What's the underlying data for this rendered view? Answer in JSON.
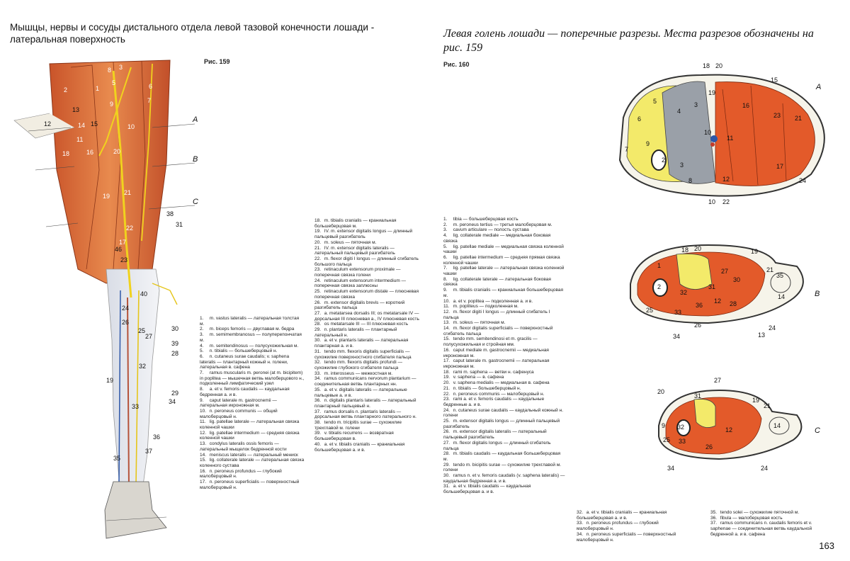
{
  "page": {
    "title_left": "Мышцы, нервы и сосуды дистального отдела левой тазовой конечности лошади - латеральная поверхность",
    "title_right": "Левая голень лошади — поперечные разрезы. Места разрезов обозначены на рис. 159",
    "fig159_label": "Рис. 159",
    "fig160_label": "Рис. 160",
    "page_number": "163"
  },
  "fig159": {
    "numbers": [
      "8",
      "3",
      "5",
      "2",
      "1",
      "9",
      "6",
      "7",
      "13",
      "11",
      "12",
      "14",
      "15",
      "10",
      "18",
      "16",
      "20",
      "21",
      "19",
      "22",
      "17",
      "38",
      "31",
      "46",
      "23",
      "40",
      "24",
      "26",
      "25",
      "27",
      "30",
      "39",
      "28",
      "32",
      "19",
      "29",
      "34",
      "33",
      "36",
      "37",
      "35"
    ],
    "section_markers": [
      "A",
      "B",
      "C"
    ]
  },
  "fig160": {
    "section_a": {
      "letter": "A",
      "numbers": [
        "18",
        "20",
        "15",
        "5",
        "4",
        "3",
        "19",
        "6",
        "16",
        "23",
        "21",
        "10",
        "11",
        "9",
        "2",
        "3",
        "7",
        "17",
        "8",
        "12",
        "24",
        "10",
        "22"
      ]
    },
    "section_b": {
      "letter": "B",
      "numbers": [
        "18",
        "20",
        "19",
        "1",
        "27",
        "21",
        "35",
        "30",
        "14",
        "31",
        "2",
        "32",
        "12",
        "28",
        "25",
        "33",
        "36",
        "26",
        "24",
        "13",
        "34"
      ]
    },
    "section_c": {
      "letter": "C",
      "numbers": [
        "27",
        "20",
        "31",
        "19",
        "21",
        "9",
        "32",
        "12",
        "14",
        "25",
        "33",
        "26",
        "24",
        "34"
      ]
    }
  },
  "legend_a": [
    {
      "n": "1.",
      "t": "m. vastus lateralis — латеральная толстая м."
    },
    {
      "n": "2.",
      "t": "m. biceps femoris — двуглавая м. бедра"
    },
    {
      "n": "3.",
      "t": "m. semimembranosus — полуперепончатая м."
    },
    {
      "n": "4.",
      "t": "m. semitendinosus — полусухожильная м."
    },
    {
      "n": "5.",
      "t": "n. tibialis — большеберцовый н."
    },
    {
      "n": "6.",
      "t": "n. cutaneus surae caudalis; v. saphena lateralis — плантарный кожный н. голени, латеральная в. сафена"
    },
    {
      "n": "7.",
      "t": "ramus muscularis m. peronei (at m. bicipitem) in poplitea — мышечная ветвь малоберцового н., подколенный лимфатический узел"
    },
    {
      "n": "8.",
      "t": "a. et v. femoris caudalis — каудальная бедренная а. и в."
    },
    {
      "n": "9.",
      "t": "caput laterale m. gastrocnemii — латеральная икроножная м."
    },
    {
      "n": "10.",
      "t": "n. peroneus communis — общий малоберцовый н."
    },
    {
      "n": "11.",
      "t": "lig. patellae laterale — латеральная связка коленной чашки"
    },
    {
      "n": "12.",
      "t": "lig. patellae intermedium — средняя связка коленной чашки"
    },
    {
      "n": "13.",
      "t": "condylus lateralis ossis femoris — латеральный мыщелок бедренной кости"
    },
    {
      "n": "14.",
      "t": "meniscus lateralis — латеральный мениск"
    },
    {
      "n": "15.",
      "t": "lig. collaterale laterale — латеральная связка коленного сустава"
    },
    {
      "n": "16.",
      "t": "n. peroneus profundus — глубокий малоберцовый н."
    },
    {
      "n": "17.",
      "t": "n. peroneus superficialis — поверхностный малоберцовый н."
    }
  ],
  "legend_b": [
    {
      "n": "18.",
      "t": "m. tibialis cranialis — краниальная большеберцовая м."
    },
    {
      "n": "19.",
      "t": "IV. m. extensor digitalis longus — длинный пальцевый разгибатель"
    },
    {
      "n": "20.",
      "t": "m. soleus — пяточная м."
    },
    {
      "n": "21.",
      "t": "IV. m. extensor digitalis lateralis — латеральный пальцевый разгибатель"
    },
    {
      "n": "22.",
      "t": "m. flexor digiti I longus — длинный сгибатель большого пальца"
    },
    {
      "n": "23.",
      "t": "retinaculum extensorum proximale — поперечная связка голени"
    },
    {
      "n": "24.",
      "t": "retinaculum extensorum intermedium — поперечная связка заплюсны"
    },
    {
      "n": "25.",
      "t": "retinaculum extensorum distale — плюсневая поперечная связка"
    },
    {
      "n": "26.",
      "t": "m. extensor digitalis brevis — короткий разгибатель пальца"
    },
    {
      "n": "27.",
      "t": "a. metatarsea dorsalis III; os metatarsale IV — дорсальная III плюсневая а., IV плюсневая кость"
    },
    {
      "n": "28.",
      "t": "os metatarsale III — III плюсневая кость"
    },
    {
      "n": "29.",
      "t": "n. plantaris lateralis — плантарный латеральный н."
    },
    {
      "n": "30.",
      "t": "a. et v. plantaris lateralis — латеральная плантарная а. и в."
    },
    {
      "n": "31.",
      "t": "tendo mm. flexoris digitalis superficialis — сухожилие поверхностного сгибателя пальца"
    },
    {
      "n": "32.",
      "t": "tendo mm. flexoris digitalis profundi — сухожилие глубокого сгибателя пальца"
    },
    {
      "n": "33.",
      "t": "m. interosseus — межкостная м."
    },
    {
      "n": "34.",
      "t": "ramus communicans nervorum plantarium — соединительная ветвь плантарных нн."
    },
    {
      "n": "35.",
      "t": "a. et v. digitalis lateralis — латеральные пальцевые а. и в."
    },
    {
      "n": "36.",
      "t": "n. digitalis plantaris lateralis — латеральный плантарный пальцевый н."
    },
    {
      "n": "37.",
      "t": "ramus dorsalis n. plantaris lateralis — дорсальная ветвь плантарного латерального н."
    },
    {
      "n": "38.",
      "t": "tendo m. tricipitis surae — сухожилие трехглавой м. голени"
    },
    {
      "n": "39.",
      "t": "v. tibialis recurrens — возвратная большеберцовая в."
    },
    {
      "n": "40.",
      "t": "a. et v. tibialis cranialis — краниальная большеберцовая а. и в."
    }
  ],
  "legend_c": [
    {
      "n": "1.",
      "t": "tibia — большеберцовая кость"
    },
    {
      "n": "2.",
      "t": "m. peroneus tertius — третья малоберцовая м."
    },
    {
      "n": "3.",
      "t": "cavum articulare — полость сустава"
    },
    {
      "n": "4.",
      "t": "lig. collaterale mediale — медиальная боковая связка"
    },
    {
      "n": "5.",
      "t": "lig. patellae mediale — медиальная связка коленной чашки"
    },
    {
      "n": "6.",
      "t": "lig. patellae intermedium — средняя прямая связка коленной чашки"
    },
    {
      "n": "7.",
      "t": "lig. patellae laterale — латеральная связка коленной чашки"
    },
    {
      "n": "8.",
      "t": "lig. collaterale laterale — латеральная боковая связка"
    },
    {
      "n": "9.",
      "t": "m. tibialis cranialis — краниальная большеберцовая м."
    },
    {
      "n": "10.",
      "t": "a. et v. poplitea — подколенная а. и в."
    },
    {
      "n": "11.",
      "t": "m. popliteus — подколенная м."
    },
    {
      "n": "12.",
      "t": "m. flexor digiti I longus — длинный сгибатель I пальца"
    },
    {
      "n": "13.",
      "t": "m. soleus — пяточная м."
    },
    {
      "n": "14.",
      "t": "m. flexor digitalis superficialis — поверхностный сгибатель пальца"
    },
    {
      "n": "15.",
      "t": "tendo mm. semitendinosi et m. gracilis — полусухожильная и стройная мм."
    },
    {
      "n": "16.",
      "t": "caput mediale m. gastrocnemii — медиальная икроножная м."
    },
    {
      "n": "17.",
      "t": "caput laterale m. gastrocnemii — латеральная икроножная м."
    },
    {
      "n": "18.",
      "t": "rami m. saphena — ветви н. сафенуса"
    },
    {
      "n": "19.",
      "t": "v. saphena — в. сафена"
    },
    {
      "n": "20.",
      "t": "v. saphena medialis — медиальная в. сафена"
    },
    {
      "n": "21.",
      "t": "n. tibialis — большеберцовый н."
    },
    {
      "n": "22.",
      "t": "n. peroneus communis — малоберцовый н."
    },
    {
      "n": "23.",
      "t": "rami a. et v. femoris caudalis — каудальные бедренные а. и в."
    },
    {
      "n": "24.",
      "t": "n. cutaneus surae caudalis — каудальный кожный н. голени"
    },
    {
      "n": "25.",
      "t": "m. extensor digitalis longus — длинный пальцевый разгибатель"
    },
    {
      "n": "26.",
      "t": "m. extensor digitalis lateralis — латеральный пальцевый разгибатель"
    },
    {
      "n": "27.",
      "t": "m. flexor digitalis longus — длинный сгибатель пальца"
    },
    {
      "n": "28.",
      "t": "m. tibialis caudalis — каудальная большеберцовая м."
    },
    {
      "n": "29.",
      "t": "tendo m. bicipitis surae — сухожилие трехглавой м. голени"
    },
    {
      "n": "30.",
      "t": "ramus n. et v. femoris caudalis (v. saphena lateralis) — каудальная бедренная а. и в."
    },
    {
      "n": "31.",
      "t": "a. et v. tibialis caudalis — каудальная большеберцовая а. и в."
    }
  ],
  "legend_d": [
    {
      "n": "32.",
      "t": "a. et v. tibialis cranialis — краниальная большеберцовая а. и в."
    },
    {
      "n": "33.",
      "t": "n. peroneus profundus — глубокий малоберцовый н."
    },
    {
      "n": "34.",
      "t": "n. peroneus superficialis — поверхностный малоберцовый н."
    }
  ],
  "legend_e": [
    {
      "n": "35.",
      "t": "tendo solei — сухожилие пяточной м."
    },
    {
      "n": "36.",
      "t": "fibula — малоберцовая кость"
    },
    {
      "n": "37.",
      "t": "ramus communicans n. caudalis femoris et v. saphenae — соединительная ветвь каудальной бедренной а. и в. сафена"
    }
  ]
}
